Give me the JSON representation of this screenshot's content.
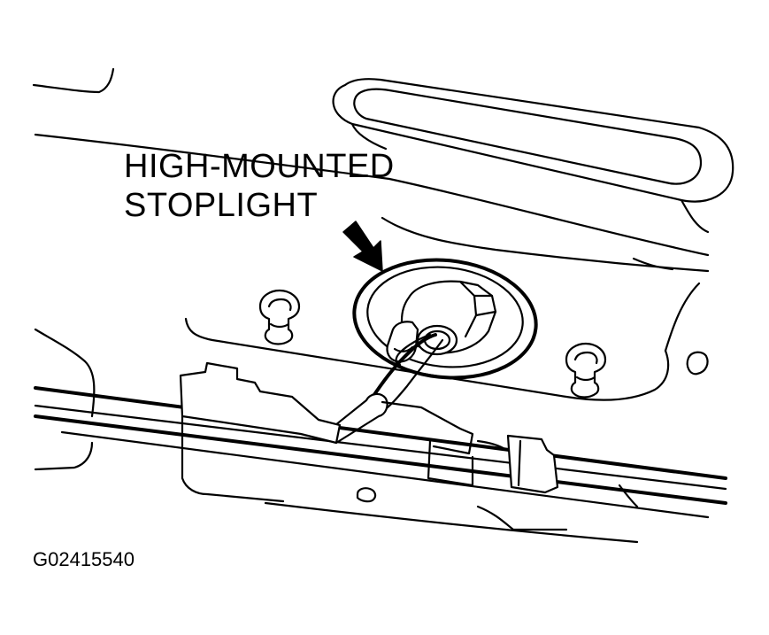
{
  "figure": {
    "callout_line1": "HIGH-MOUNTED",
    "callout_line2": "STOPLIGHT",
    "figure_id": "G02415540"
  },
  "colors": {
    "ink": "#000000",
    "paper": "#ffffff"
  },
  "icons": {
    "pointer": "callout-arrow-icon"
  }
}
